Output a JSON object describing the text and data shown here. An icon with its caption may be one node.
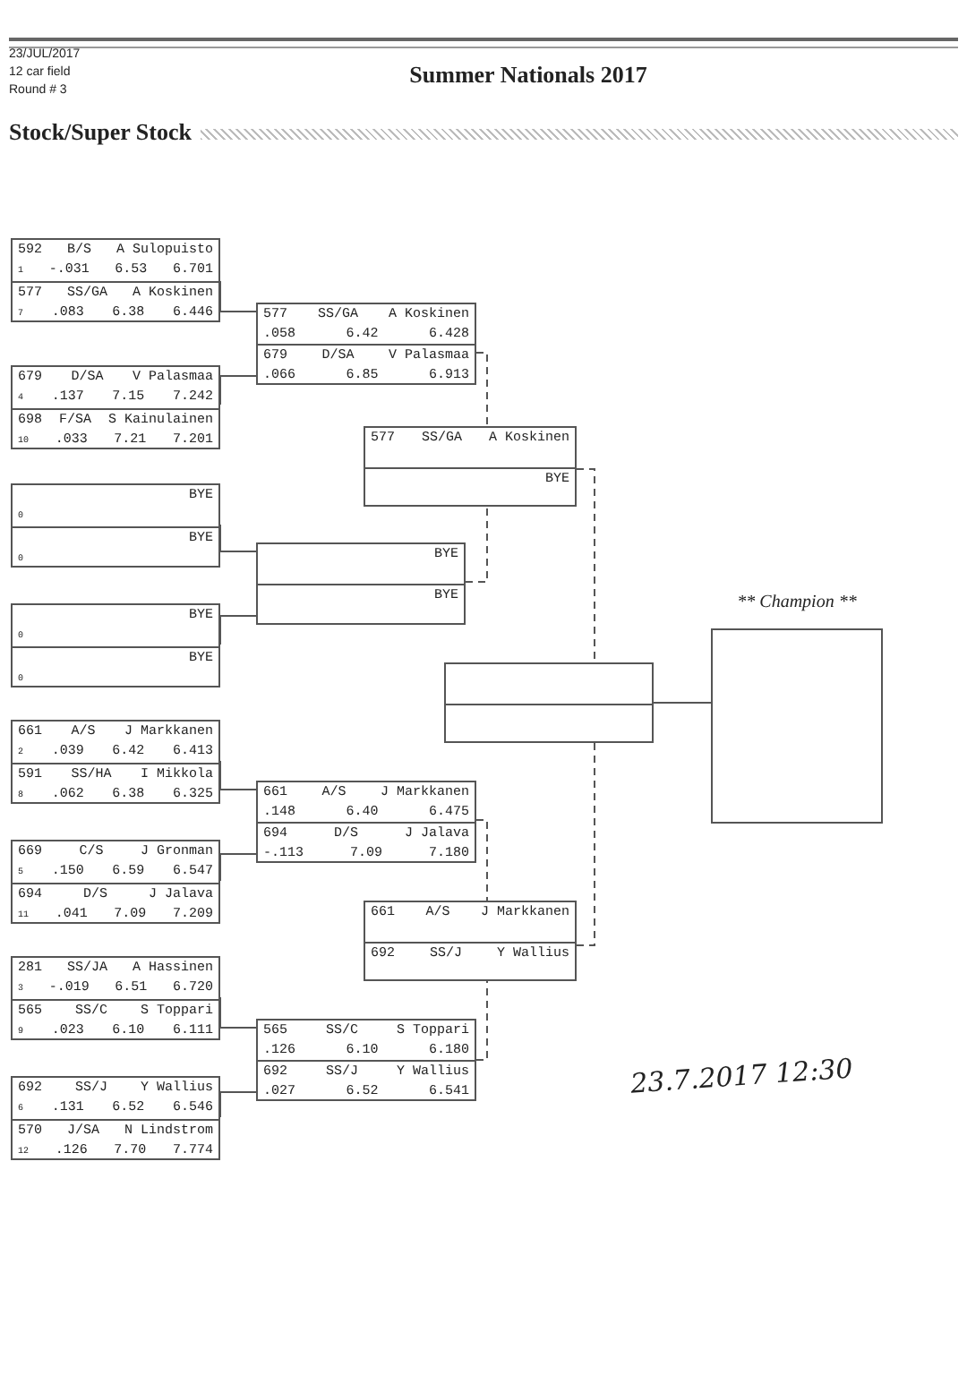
{
  "diagram": {
    "title": "Summer Nationals 2017",
    "nodes": [
      {
        "text": [
          "592",
          "B/S",
          "A Sulopuisto",
          "1",
          "-.031",
          "6.53",
          "6.701",
          "577",
          "SS/GA",
          "A Koskinen",
          "7",
          ".083",
          "6.38",
          "6.446"
        ]
      },
      {
        "text": [
          "679",
          "D/SA",
          "V Palasmaa",
          "4",
          ".137",
          "7.15",
          "7.242",
          "698",
          "F/SA",
          "S Kainulainen",
          "10",
          ".033",
          "7.21",
          "7.201"
        ]
      },
      {
        "text": [
          "BYE",
          "0",
          "BYE",
          "0"
        ]
      },
      {
        "text": [
          "BYE",
          "0",
          "BYE",
          "0"
        ]
      },
      {
        "text": [
          "661",
          "A/S",
          "J Markkanen",
          "2",
          ".039",
          "6.42",
          "6.413",
          "591",
          "SS/HA",
          "I Mikkola",
          "8",
          ".062",
          "6.38",
          "6.325"
        ]
      },
      {
        "text": [
          "669",
          "C/S",
          "J Gronman",
          "5",
          ".150",
          "6.59",
          "6.547",
          "694",
          "D/S",
          "J Jalava",
          "11",
          ".041",
          "7.09",
          "7.209"
        ]
      },
      {
        "text": [
          "281",
          "SS/JA",
          "A Hassinen",
          "3",
          "-.019",
          "6.51",
          "6.720",
          "565",
          "SS/C",
          "S Toppari",
          "9",
          ".023",
          "6.10",
          "6.111"
        ]
      },
      {
        "text": [
          "692",
          "SS/J",
          "Y Wallius",
          "6",
          ".131",
          "6.52",
          "6.546",
          "570",
          "J/SA",
          "N Lindstrom",
          "12",
          ".126",
          "7.70",
          "7.774"
        ]
      },
      {
        "text": [
          "577",
          "SS/GA",
          "A Koskinen",
          ".058",
          "6.42",
          "6.428",
          "679",
          "D/SA",
          "V Palasmaa",
          ".066",
          "6.85",
          "6.913"
        ]
      },
      {
        "text": [
          "BYE",
          "BYE"
        ]
      },
      {
        "text": [
          "661",
          "A/S",
          "J Markkanen",
          ".148",
          "6.40",
          "6.475",
          "694",
          "D/S",
          "J Jalava",
          "-.113",
          "7.09",
          "7.180"
        ]
      },
      {
        "text": [
          "565",
          "SS/C",
          "S Toppari",
          ".126",
          "6.10",
          "6.180",
          "692",
          "SS/J",
          "Y Wallius",
          ".027",
          "6.52",
          "6.541"
        ]
      },
      {
        "text": [
          "577",
          "SS/GA",
          "A Koskinen",
          "BYE"
        ]
      },
      {
        "text": [
          "661",
          "A/S",
          "J Markkanen",
          "692",
          "SS/J",
          "Y Wallius"
        ]
      },
      {
        "text": [],
        "shape": "box"
      },
      {
        "text": [
          "** Champion **"
        ]
      }
    ],
    "edges": [
      {
        "from": 0,
        "to": 8,
        "arrow": "none"
      },
      {
        "from": 1,
        "to": 8,
        "arrow": "none"
      },
      {
        "from": 2,
        "to": 9,
        "arrow": "none"
      },
      {
        "from": 3,
        "to": 9,
        "arrow": "none"
      },
      {
        "from": 4,
        "to": 10,
        "arrow": "none"
      },
      {
        "from": 5,
        "to": 10,
        "arrow": "none"
      },
      {
        "from": 6,
        "to": 11,
        "arrow": "none"
      },
      {
        "from": 7,
        "to": 11,
        "arrow": "none"
      },
      {
        "from": 8,
        "to": 12,
        "arrow": "none",
        "style": "dashed"
      },
      {
        "from": 9,
        "to": 12,
        "arrow": "none",
        "style": "dashed"
      },
      {
        "from": 10,
        "to": 13,
        "arrow": "none",
        "style": "dashed"
      },
      {
        "from": 11,
        "to": 13,
        "arrow": "none",
        "style": "dashed"
      },
      {
        "from": 12,
        "to": 14,
        "arrow": "none",
        "style": "dashed"
      },
      {
        "from": 13,
        "to": 14,
        "arrow": "none",
        "style": "dashed"
      },
      {
        "from": 14,
        "to": 15,
        "arrow": "none"
      }
    ],
    "labels": [
      "23/JUL/2017",
      "12 car field",
      "Round # 3",
      "Stock/Super Stock",
      "23.7.2017 12:30"
    ]
  }
}
